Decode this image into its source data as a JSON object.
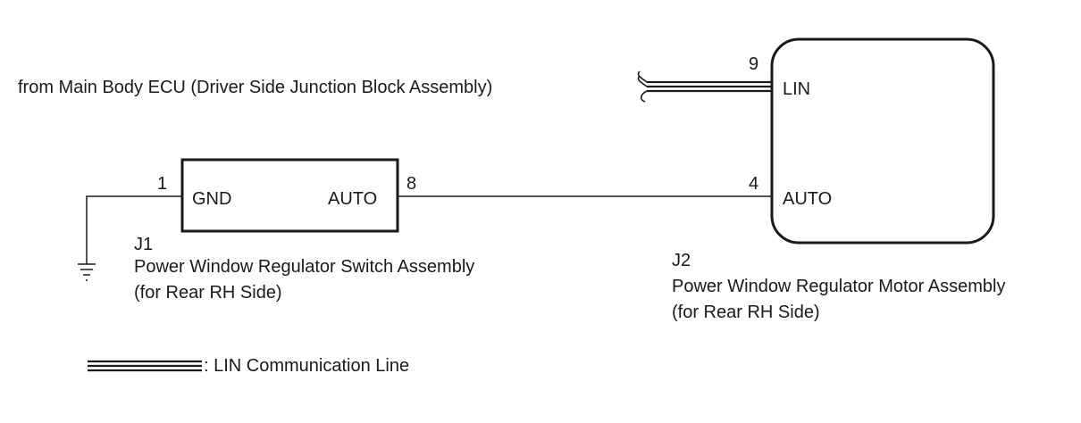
{
  "source_label": "from Main Body ECU (Driver Side Junction Block Assembly)",
  "j1": {
    "id": "J1",
    "name": "Power Window Regulator Switch Assembly",
    "side": "(for Rear RH Side)",
    "pins": [
      {
        "number": "1",
        "label": "GND"
      },
      {
        "number": "8",
        "label": "AUTO"
      }
    ]
  },
  "j2": {
    "id": "J2",
    "name": "Power Window Regulator Motor Assembly",
    "side": "(for Rear RH Side)",
    "pins": [
      {
        "number": "9",
        "label": "LIN"
      },
      {
        "number": "4",
        "label": "AUTO"
      }
    ]
  },
  "legend": {
    "label": ": LIN Communication Line"
  }
}
